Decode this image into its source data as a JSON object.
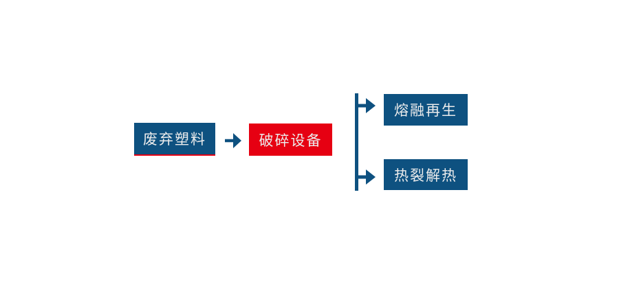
{
  "colors": {
    "box_blue": "#0E5180",
    "accent_red": "#E60012",
    "box_text": "#ECECEC",
    "background": "#FFFFFF"
  },
  "icons": {
    "flow_arrow": "→",
    "branch_line": "vertical-connector"
  },
  "flowchart": {
    "nodes": [
      {
        "id": "waste-plastic",
        "label": "废弃塑料",
        "style": "blue",
        "red_underline": true
      },
      {
        "id": "crushing-equipment",
        "label": "破碎设备",
        "style": "red",
        "red_underline": false
      },
      {
        "id": "melt-regeneration",
        "label": "熔融再生",
        "style": "blue",
        "red_underline": false
      },
      {
        "id": "pyrolysis-heat",
        "label": "热裂解热",
        "style": "blue",
        "red_underline": false
      }
    ],
    "edges": [
      {
        "from": "waste-plastic",
        "to": "crushing-equipment"
      },
      {
        "from": "crushing-equipment",
        "to": "melt-regeneration"
      },
      {
        "from": "crushing-equipment",
        "to": "pyrolysis-heat"
      }
    ]
  }
}
